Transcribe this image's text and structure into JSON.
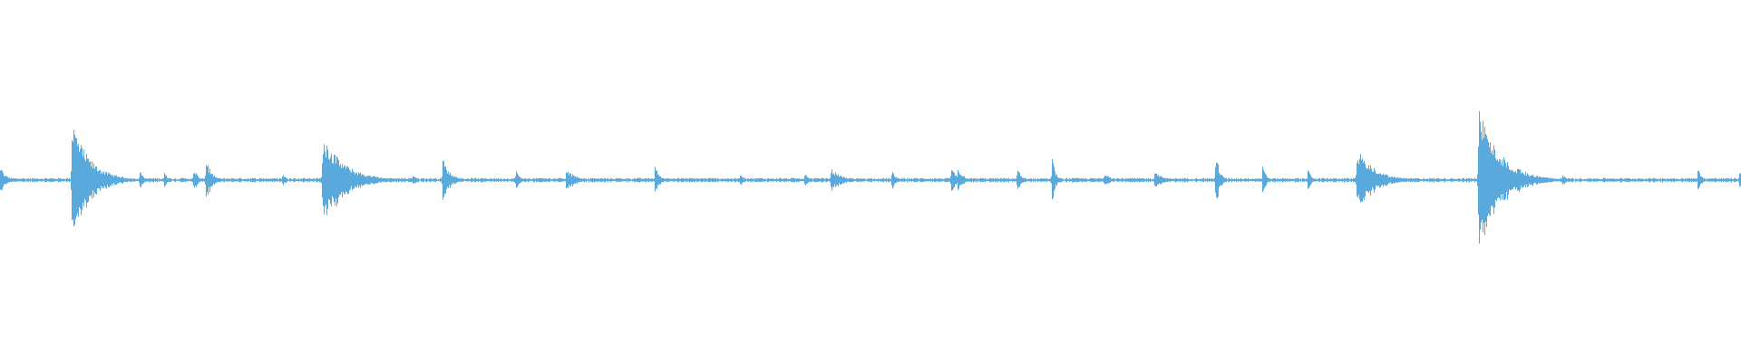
{
  "waveform": {
    "color": "#5aa9dd",
    "background": "#ffffff",
    "baseline_amplitude": 0.012,
    "peaks": [
      {
        "t": 0.0,
        "amp": 0.09,
        "decay": 0.003
      },
      {
        "t": 0.003,
        "amp": 0.05,
        "decay": 0.002
      },
      {
        "t": 0.041,
        "amp": 0.4,
        "decay": 0.01
      },
      {
        "t": 0.08,
        "amp": 0.08,
        "decay": 0.002
      },
      {
        "t": 0.094,
        "amp": 0.06,
        "decay": 0.002
      },
      {
        "t": 0.111,
        "amp": 0.1,
        "decay": 0.002
      },
      {
        "t": 0.118,
        "amp": 0.16,
        "decay": 0.003
      },
      {
        "t": 0.162,
        "amp": 0.05,
        "decay": 0.002
      },
      {
        "t": 0.185,
        "amp": 0.31,
        "decay": 0.012
      },
      {
        "t": 0.237,
        "amp": 0.05,
        "decay": 0.002
      },
      {
        "t": 0.254,
        "amp": 0.15,
        "decay": 0.004
      },
      {
        "t": 0.296,
        "amp": 0.08,
        "decay": 0.002
      },
      {
        "t": 0.325,
        "amp": 0.07,
        "decay": 0.006
      },
      {
        "t": 0.376,
        "amp": 0.09,
        "decay": 0.003
      },
      {
        "t": 0.425,
        "amp": 0.05,
        "decay": 0.002
      },
      {
        "t": 0.462,
        "amp": 0.06,
        "decay": 0.002
      },
      {
        "t": 0.477,
        "amp": 0.08,
        "decay": 0.006
      },
      {
        "t": 0.512,
        "amp": 0.07,
        "decay": 0.002
      },
      {
        "t": 0.546,
        "amp": 0.09,
        "decay": 0.003
      },
      {
        "t": 0.55,
        "amp": 0.09,
        "decay": 0.003
      },
      {
        "t": 0.584,
        "amp": 0.1,
        "decay": 0.002
      },
      {
        "t": 0.604,
        "amp": 0.16,
        "decay": 0.002
      },
      {
        "t": 0.634,
        "amp": 0.06,
        "decay": 0.003
      },
      {
        "t": 0.663,
        "amp": 0.07,
        "decay": 0.004
      },
      {
        "t": 0.698,
        "amp": 0.22,
        "decay": 0.002
      },
      {
        "t": 0.725,
        "amp": 0.1,
        "decay": 0.002
      },
      {
        "t": 0.751,
        "amp": 0.08,
        "decay": 0.002
      },
      {
        "t": 0.779,
        "amp": 0.21,
        "decay": 0.01
      },
      {
        "t": 0.849,
        "amp": 0.5,
        "decay": 0.012
      },
      {
        "t": 0.897,
        "amp": 0.05,
        "decay": 0.002
      },
      {
        "t": 0.975,
        "amp": 0.08,
        "decay": 0.002
      },
      {
        "t": 0.999,
        "amp": 0.09,
        "decay": 0.002
      }
    ]
  }
}
